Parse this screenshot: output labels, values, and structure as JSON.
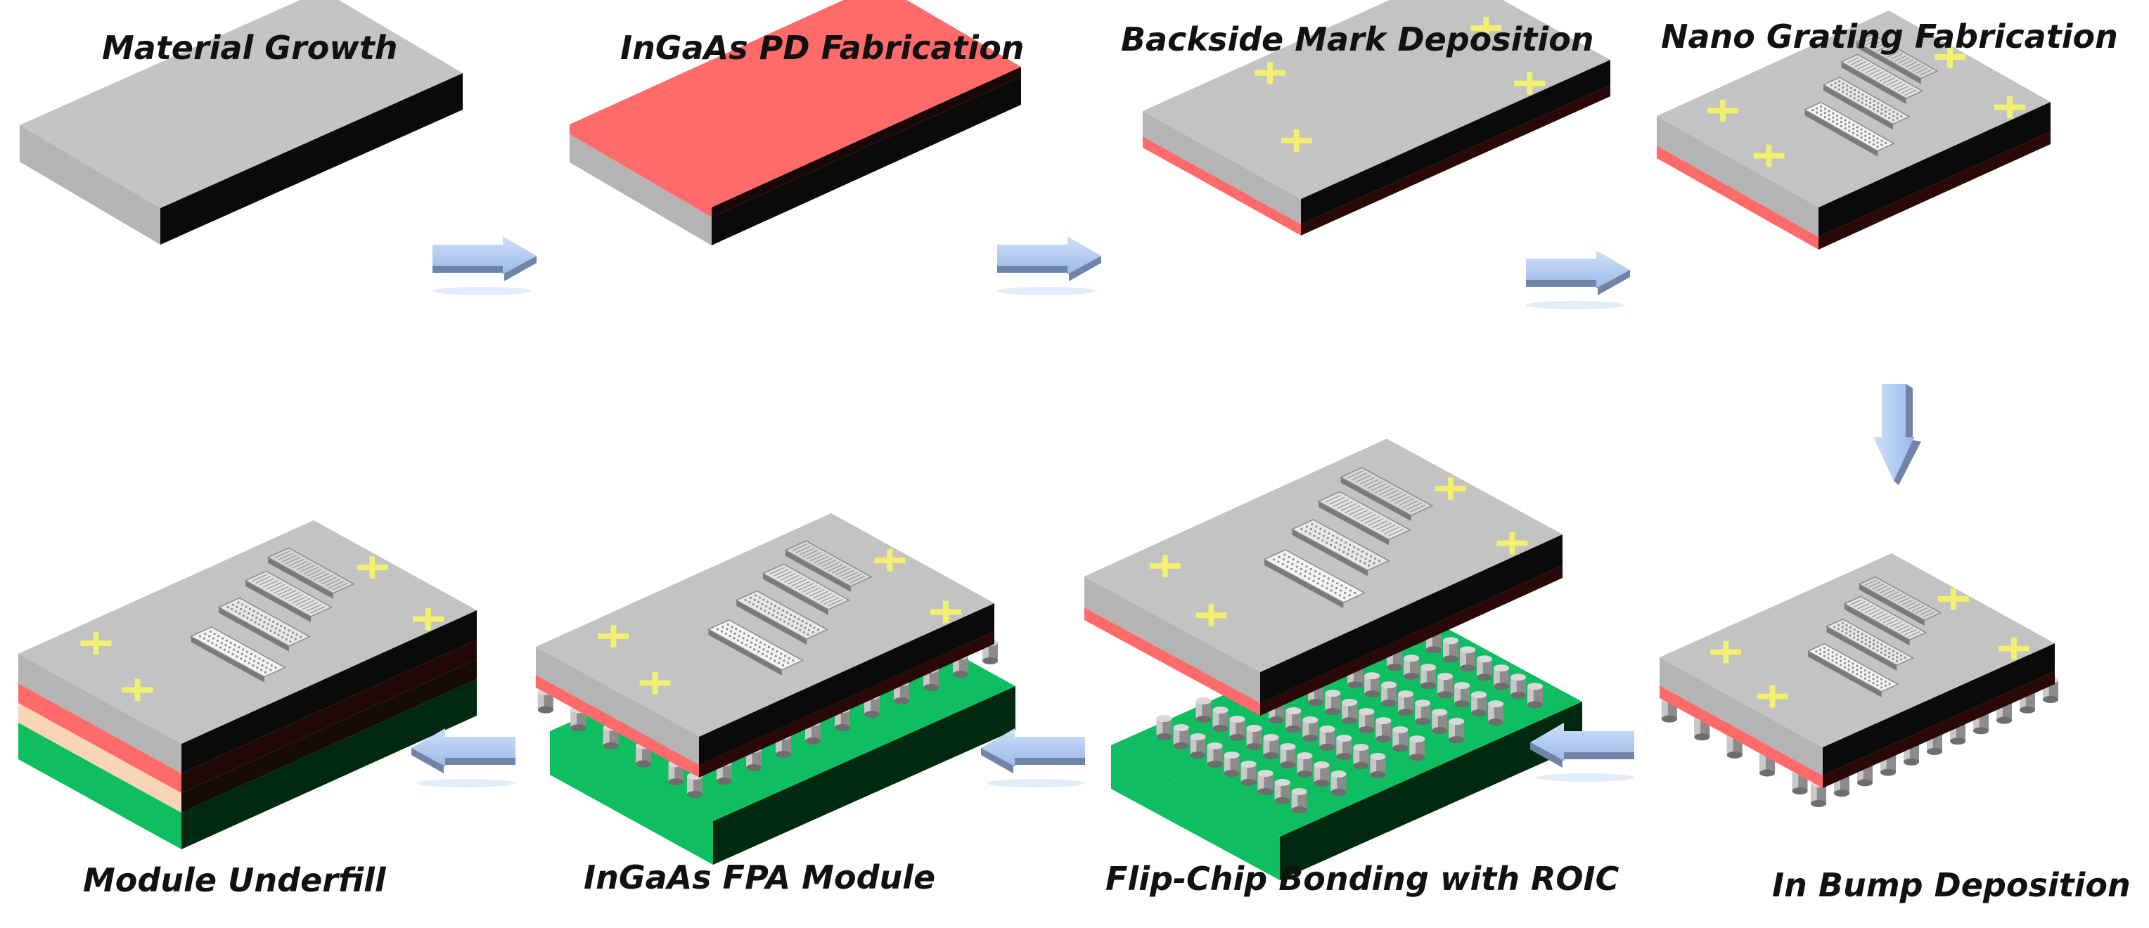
{
  "steps": [
    {
      "label": "Material Growth"
    },
    {
      "label": "InGaAs PD Fabrication"
    },
    {
      "label": "Backside Mark Deposition"
    },
    {
      "label": "Nano Grating Fabrication"
    },
    {
      "label": "In Bump Deposition"
    },
    {
      "label": "Flip-Chip Bonding with ROIC"
    },
    {
      "label": "InGaAs FPA Module"
    },
    {
      "label": "Module Underfill"
    }
  ],
  "colors": {
    "top_gray": "#c3c3c3",
    "side_gray": "#b0b0b0",
    "black_side": "#0a0a0a",
    "pd_red": "#ff6b6b",
    "mark_yellow": "#f3ef6f",
    "roic_green": "#0fbe60",
    "underfill": "#f7d5b5",
    "bump": "#9a9a9a",
    "arrow_light": "#b6cff3",
    "arrow_dark": "#6f84a8"
  }
}
